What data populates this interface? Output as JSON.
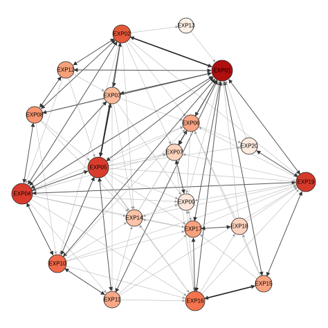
{
  "nodes": [
    {
      "id": "EXP01",
      "label": "EXP01",
      "color": "#b00f0f"
    },
    {
      "id": "EXP02",
      "label": "EXP02",
      "color": "#e5593a"
    },
    {
      "id": "EXP03",
      "label": "EXP03",
      "color": "#fbbb9a"
    },
    {
      "id": "EXP04",
      "label": "EXP04",
      "color": "#d83b2c"
    },
    {
      "id": "EXP05",
      "label": "EXP05",
      "color": "#d93c2c"
    },
    {
      "id": "EXP06",
      "label": "EXP06",
      "color": "#f9a482"
    },
    {
      "id": "EXP07",
      "label": "EXP07",
      "color": "#fcd3bd"
    },
    {
      "id": "EXP08",
      "label": "EXP08",
      "color": "#f7956f"
    },
    {
      "id": "EXP09",
      "label": "EXP09",
      "color": "#fde7da"
    },
    {
      "id": "EXP10",
      "label": "EXP10",
      "color": "#f06a49"
    },
    {
      "id": "EXP11",
      "label": "EXP11",
      "color": "#f9a987"
    },
    {
      "id": "EXP12",
      "label": "EXP12",
      "color": "#f7a07c"
    },
    {
      "id": "EXP13",
      "label": "EXP13",
      "color": "#fdf1e7"
    },
    {
      "id": "EXP14",
      "label": "EXP14",
      "color": "#fcc3a8"
    },
    {
      "id": "EXP15",
      "label": "EXP15",
      "color": "#f9a27f"
    },
    {
      "id": "EXP16",
      "label": "EXP16",
      "color": "#f4744e"
    },
    {
      "id": "EXP17",
      "label": "EXP17",
      "color": "#f8a17d"
    },
    {
      "id": "EXP18",
      "label": "EXP18",
      "color": "#fcd3be"
    },
    {
      "id": "EXP19",
      "label": "EXP19",
      "color": "#d53a2b"
    },
    {
      "id": "EXP20",
      "label": "EXP20",
      "color": "#fdeadf"
    }
  ],
  "edges": [
    [
      "EXP02",
      "EXP01",
      3
    ],
    [
      "EXP02",
      "EXP12",
      2
    ],
    [
      "EXP02",
      "EXP08",
      2
    ],
    [
      "EXP02",
      "EXP03",
      2
    ],
    [
      "EXP02",
      "EXP05",
      2
    ],
    [
      "EXP02",
      "EXP04",
      2
    ],
    [
      "EXP02",
      "EXP10",
      1
    ],
    [
      "EXP02",
      "EXP13",
      1
    ],
    [
      "EXP02",
      "EXP06",
      1
    ],
    [
      "EXP02",
      "EXP07",
      1
    ],
    [
      "EXP02",
      "EXP14",
      1
    ],
    [
      "EXP02",
      "EXP19",
      1
    ],
    [
      "EXP12",
      "EXP01",
      2
    ],
    [
      "EXP12",
      "EXP08",
      2
    ],
    [
      "EXP12",
      "EXP03",
      1
    ],
    [
      "EXP12",
      "EXP05",
      1
    ],
    [
      "EXP12",
      "EXP04",
      1
    ],
    [
      "EXP03",
      "EXP01",
      2
    ],
    [
      "EXP03",
      "EXP08",
      1
    ],
    [
      "EXP03",
      "EXP05",
      3
    ],
    [
      "EXP03",
      "EXP04",
      2
    ],
    [
      "EXP03",
      "EXP06",
      1
    ],
    [
      "EXP03",
      "EXP14",
      1
    ],
    [
      "EXP03",
      "EXP11",
      1
    ],
    [
      "EXP03",
      "EXP09",
      1
    ],
    [
      "EXP08",
      "EXP01",
      2
    ],
    [
      "EXP08",
      "EXP04",
      2
    ],
    [
      "EXP08",
      "EXP10",
      1
    ],
    [
      "EXP08",
      "EXP05",
      1
    ],
    [
      "EXP08",
      "EXP14",
      1
    ],
    [
      "EXP04",
      "EXP01",
      2
    ],
    [
      "EXP04",
      "EXP05",
      2
    ],
    [
      "EXP04",
      "EXP10",
      2
    ],
    [
      "EXP04",
      "EXP11",
      1
    ],
    [
      "EXP04",
      "EXP14",
      1
    ],
    [
      "EXP04",
      "EXP19",
      2
    ],
    [
      "EXP04",
      "EXP16",
      1
    ],
    [
      "EXP04",
      "EXP09",
      1
    ],
    [
      "EXP04",
      "EXP06",
      1
    ],
    [
      "EXP04",
      "EXP07",
      1
    ],
    [
      "EXP04",
      "EXP17",
      1
    ],
    [
      "EXP05",
      "EXP01",
      2
    ],
    [
      "EXP05",
      "EXP10",
      2
    ],
    [
      "EXP05",
      "EXP11",
      2
    ],
    [
      "EXP05",
      "EXP14",
      1
    ],
    [
      "EXP05",
      "EXP19",
      1
    ],
    [
      "EXP05",
      "EXP06",
      1
    ],
    [
      "EXP05",
      "EXP07",
      1
    ],
    [
      "EXP05",
      "EXP09",
      1
    ],
    [
      "EXP05",
      "EXP16",
      1
    ],
    [
      "EXP05",
      "EXP17",
      1
    ],
    [
      "EXP05",
      "EXP20",
      1
    ],
    [
      "EXP10",
      "EXP01",
      2
    ],
    [
      "EXP10",
      "EXP11",
      2
    ],
    [
      "EXP10",
      "EXP14",
      1
    ],
    [
      "EXP10",
      "EXP16",
      1
    ],
    [
      "EXP10",
      "EXP17",
      1
    ],
    [
      "EXP10",
      "EXP19",
      1
    ],
    [
      "EXP10",
      "EXP06",
      1
    ],
    [
      "EXP11",
      "EXP01",
      2
    ],
    [
      "EXP11",
      "EXP14",
      1
    ],
    [
      "EXP11",
      "EXP16",
      1
    ],
    [
      "EXP11",
      "EXP17",
      1
    ],
    [
      "EXP11",
      "EXP19",
      1
    ],
    [
      "EXP16",
      "EXP01",
      2
    ],
    [
      "EXP16",
      "EXP14",
      1
    ],
    [
      "EXP16",
      "EXP15",
      3
    ],
    [
      "EXP16",
      "EXP17",
      2
    ],
    [
      "EXP16",
      "EXP18",
      1
    ],
    [
      "EXP16",
      "EXP19",
      1
    ],
    [
      "EXP16",
      "EXP07",
      1
    ],
    [
      "EXP16",
      "EXP09",
      1
    ],
    [
      "EXP15",
      "EXP01",
      2
    ],
    [
      "EXP15",
      "EXP19",
      2
    ],
    [
      "EXP15",
      "EXP18",
      1
    ],
    [
      "EXP15",
      "EXP17",
      1
    ],
    [
      "EXP15",
      "EXP06",
      1
    ],
    [
      "EXP17",
      "EXP01",
      2
    ],
    [
      "EXP17",
      "EXP18",
      2
    ],
    [
      "EXP17",
      "EXP19",
      1
    ],
    [
      "EXP17",
      "EXP14",
      1
    ],
    [
      "EXP17",
      "EXP09",
      1
    ],
    [
      "EXP18",
      "EXP01",
      1
    ],
    [
      "EXP18",
      "EXP19",
      1
    ],
    [
      "EXP18",
      "EXP06",
      1
    ],
    [
      "EXP19",
      "EXP01",
      2
    ],
    [
      "EXP19",
      "EXP20",
      2
    ],
    [
      "EXP19",
      "EXP06",
      1
    ],
    [
      "EXP19",
      "EXP07",
      1
    ],
    [
      "EXP19",
      "EXP09",
      1
    ],
    [
      "EXP19",
      "EXP14",
      1
    ],
    [
      "EXP14",
      "EXP01",
      1
    ],
    [
      "EXP14",
      "EXP06",
      1
    ],
    [
      "EXP14",
      "EXP09",
      1
    ],
    [
      "EXP06",
      "EXP01",
      2
    ],
    [
      "EXP06",
      "EXP07",
      2
    ],
    [
      "EXP06",
      "EXP09",
      1
    ],
    [
      "EXP06",
      "EXP20",
      1
    ],
    [
      "EXP07",
      "EXP01",
      2
    ],
    [
      "EXP07",
      "EXP09",
      2
    ],
    [
      "EXP09",
      "EXP01",
      1
    ],
    [
      "EXP09",
      "EXP17",
      1
    ],
    [
      "EXP20",
      "EXP01",
      1
    ],
    [
      "EXP13",
      "EXP01",
      1
    ]
  ]
}
